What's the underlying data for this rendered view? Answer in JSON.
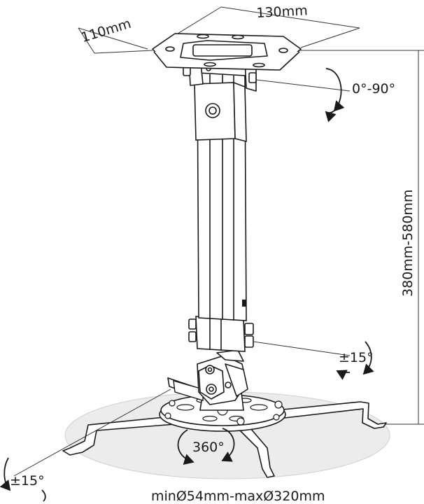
{
  "dimensions": {
    "plate_depth": "110mm",
    "plate_width": "130mm",
    "height_range": "380mm-580mm",
    "bracket_range": "minØ54mm-maxØ320mm"
  },
  "adjustments": {
    "top_tilt": "0°-90°",
    "mid_tilt": "±15°",
    "rotation": "360°",
    "base_tilt": "±15°"
  },
  "colors": {
    "line": "#1a1a1a",
    "fill": "#ffffff",
    "shadow": "#ededed",
    "dim": "#333333"
  }
}
